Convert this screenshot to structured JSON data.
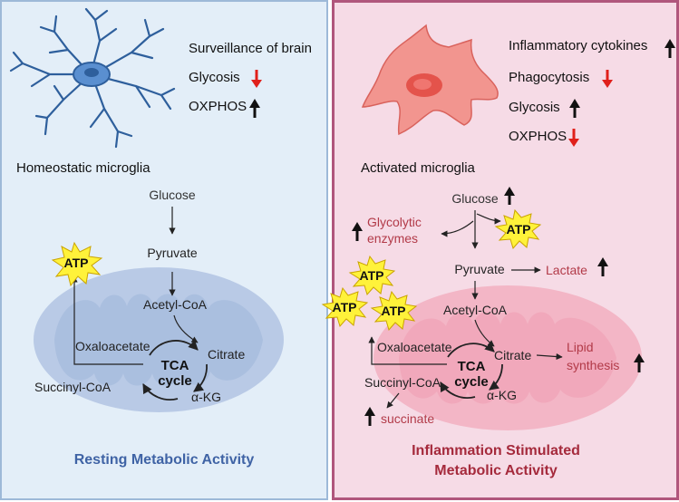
{
  "left": {
    "properties": [
      "Surveillance of brain",
      "Glycosis",
      "OXPHOS"
    ],
    "cell_label": "Homeostatic microglia",
    "pathway": {
      "glucose": "Glucose",
      "pyruvate": "Pyruvate",
      "acetyl_coa": "Acetyl-CoA",
      "citrate": "Citrate",
      "oxaloacetate": "Oxaloacetate",
      "succinyl_coa": "Succinyl-CoA",
      "akg": "α-KG",
      "tca_line1": "TCA",
      "tca_line2": "cycle",
      "atp": "ATP"
    },
    "footer": "Resting Metabolic Activity"
  },
  "right": {
    "properties": [
      "Inflammatory cytokines",
      "Phagocytosis",
      "Glycosis",
      "OXPHOS"
    ],
    "cell_label": "Activated microglia",
    "pathway": {
      "glucose": "Glucose",
      "glycolytic_line1": "Glycolytic",
      "glycolytic_line2": "enzymes",
      "pyruvate": "Pyruvate",
      "lactate": "Lactate",
      "acetyl_coa": "Acetyl-CoA",
      "citrate": "Citrate",
      "oxaloacetate": "Oxaloacetate",
      "succinyl_coa": "Succinyl-CoA",
      "akg": "α-KG",
      "tca_line1": "TCA",
      "tca_line2": "cycle",
      "lipid_line1": "Lipid",
      "lipid_line2": "synthesis",
      "succinate": "succinate",
      "atp": "ATP"
    },
    "footer_line1": "Inflammation Stimulated",
    "footer_line2": "Metabolic Activity"
  },
  "colors": {
    "up_arrow": "#111111",
    "down_arrow": "#e0201b",
    "red_text": "#b23a48",
    "blue_footer": "#3f63a5",
    "red_footer": "#a52a3c"
  }
}
